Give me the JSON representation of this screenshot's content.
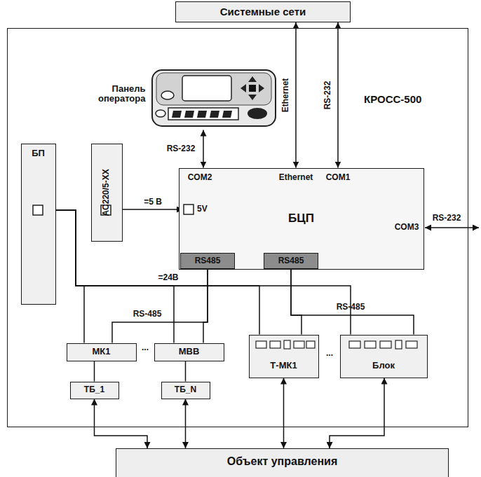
{
  "diagram": {
    "nodes": [
      {
        "text": [
          "Системные сети"
        ]
      },
      {
        "text": [
          "КРОСС-500"
        ]
      },
      {
        "text": [
          "Панель оператора"
        ],
        "in": 1
      },
      {
        "text": [
          "БП"
        ],
        "in": 1
      },
      {
        "text": [
          "AC220/5-XX"
        ],
        "in": 1
      },
      {
        "text": [
          "БЦП"
        ],
        "in": 1
      },
      {
        "text": [
          "5V"
        ],
        "in": 5
      },
      {
        "text": [
          "RS485"
        ],
        "in": 5
      },
      {
        "text": [
          "RS485"
        ],
        "in": 5
      },
      {
        "text": [
          "МК1"
        ],
        "in": 1
      },
      {
        "text": [
          "МВВ"
        ],
        "in": 1
      },
      {
        "text": [
          "Т-МК1"
        ],
        "in": 1
      },
      {
        "text": [
          "Блок"
        ],
        "in": 1
      },
      {
        "text": [
          "ТБ_1"
        ],
        "in": 1
      },
      {
        "text": [
          "ТБ_N"
        ],
        "in": 1
      },
      {
        "text": [
          "Объект управления"
        ]
      }
    ],
    "edges": [
      {
        "from": 5,
        "to": 0,
        "arrow": "both",
        "label": "Ethernet"
      },
      {
        "from": 5,
        "to": 0,
        "arrow": "both",
        "label": "RS-232"
      },
      {
        "from": 2,
        "to": 5,
        "arrow": "both",
        "label": "RS-232"
      },
      {
        "from": 4,
        "to": 6,
        "arrow": "to",
        "label": "=5 В"
      },
      {
        "from": 7,
        "to": 9,
        "arrow": "none"
      },
      {
        "from": 7,
        "to": 10,
        "arrow": "none"
      },
      {
        "from": 8,
        "to": 11,
        "arrow": "none"
      },
      {
        "from": 8,
        "to": 12,
        "arrow": "none"
      },
      {
        "from": 3,
        "to": 9,
        "arrow": "none"
      },
      {
        "from": 3,
        "to": 10,
        "arrow": "none"
      },
      {
        "from": 3,
        "to": 11,
        "arrow": "none"
      },
      {
        "from": 3,
        "to": 12,
        "arrow": "none"
      },
      {
        "from": 9,
        "to": 13,
        "arrow": "none"
      },
      {
        "from": 10,
        "to": 14,
        "arrow": "none"
      },
      {
        "from": 13,
        "to": 15,
        "arrow": "both"
      },
      {
        "from": 14,
        "to": 15,
        "arrow": "both"
      },
      {
        "from": 11,
        "to": 15,
        "arrow": "both"
      },
      {
        "from": 12,
        "to": 15,
        "arrow": "both"
      }
    ],
    "labels": [
      "COM2",
      "Ethernet",
      "COM1",
      "COM3",
      "RS-232",
      "=24В",
      "RS-485",
      "RS-485",
      "...",
      "..."
    ]
  }
}
